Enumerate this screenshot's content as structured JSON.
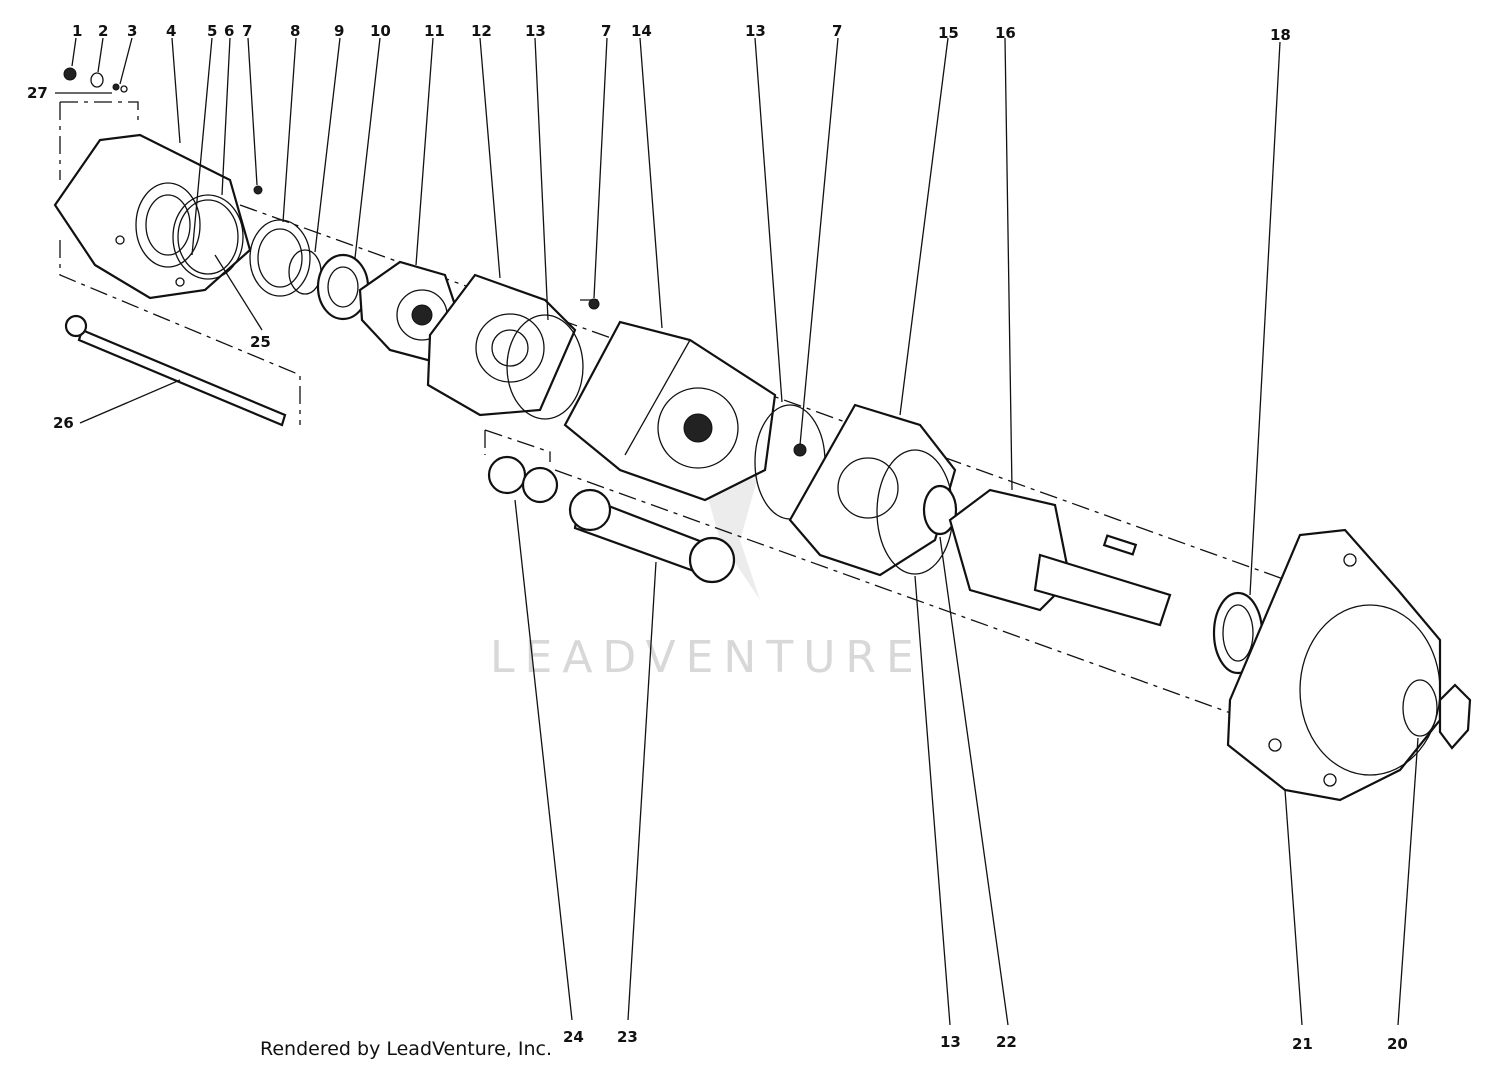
{
  "diagram": {
    "labels": [
      {
        "id": "p1",
        "text": "1"
      },
      {
        "id": "p2",
        "text": "2"
      },
      {
        "id": "p3",
        "text": "3"
      },
      {
        "id": "p4",
        "text": "4"
      },
      {
        "id": "p5",
        "text": "5"
      },
      {
        "id": "p6",
        "text": "6"
      },
      {
        "id": "p7a",
        "text": "7"
      },
      {
        "id": "p8",
        "text": "8"
      },
      {
        "id": "p9",
        "text": "9"
      },
      {
        "id": "p10",
        "text": "10"
      },
      {
        "id": "p11",
        "text": "11"
      },
      {
        "id": "p12",
        "text": "12"
      },
      {
        "id": "p13a",
        "text": "13"
      },
      {
        "id": "p7b",
        "text": "7"
      },
      {
        "id": "p14",
        "text": "14"
      },
      {
        "id": "p13b",
        "text": "13"
      },
      {
        "id": "p7c",
        "text": "7"
      },
      {
        "id": "p15",
        "text": "15"
      },
      {
        "id": "p16",
        "text": "16"
      },
      {
        "id": "p18",
        "text": "18"
      },
      {
        "id": "p27",
        "text": "27"
      },
      {
        "id": "p25",
        "text": "25"
      },
      {
        "id": "p26",
        "text": "26"
      },
      {
        "id": "p24",
        "text": "24"
      },
      {
        "id": "p23",
        "text": "23"
      },
      {
        "id": "p13c",
        "text": "13"
      },
      {
        "id": "p22",
        "text": "22"
      },
      {
        "id": "p21",
        "text": "21"
      },
      {
        "id": "p20",
        "text": "20"
      }
    ],
    "watermark": "LEADVENTURE",
    "credit": "Rendered by LeadVenture, Inc."
  }
}
